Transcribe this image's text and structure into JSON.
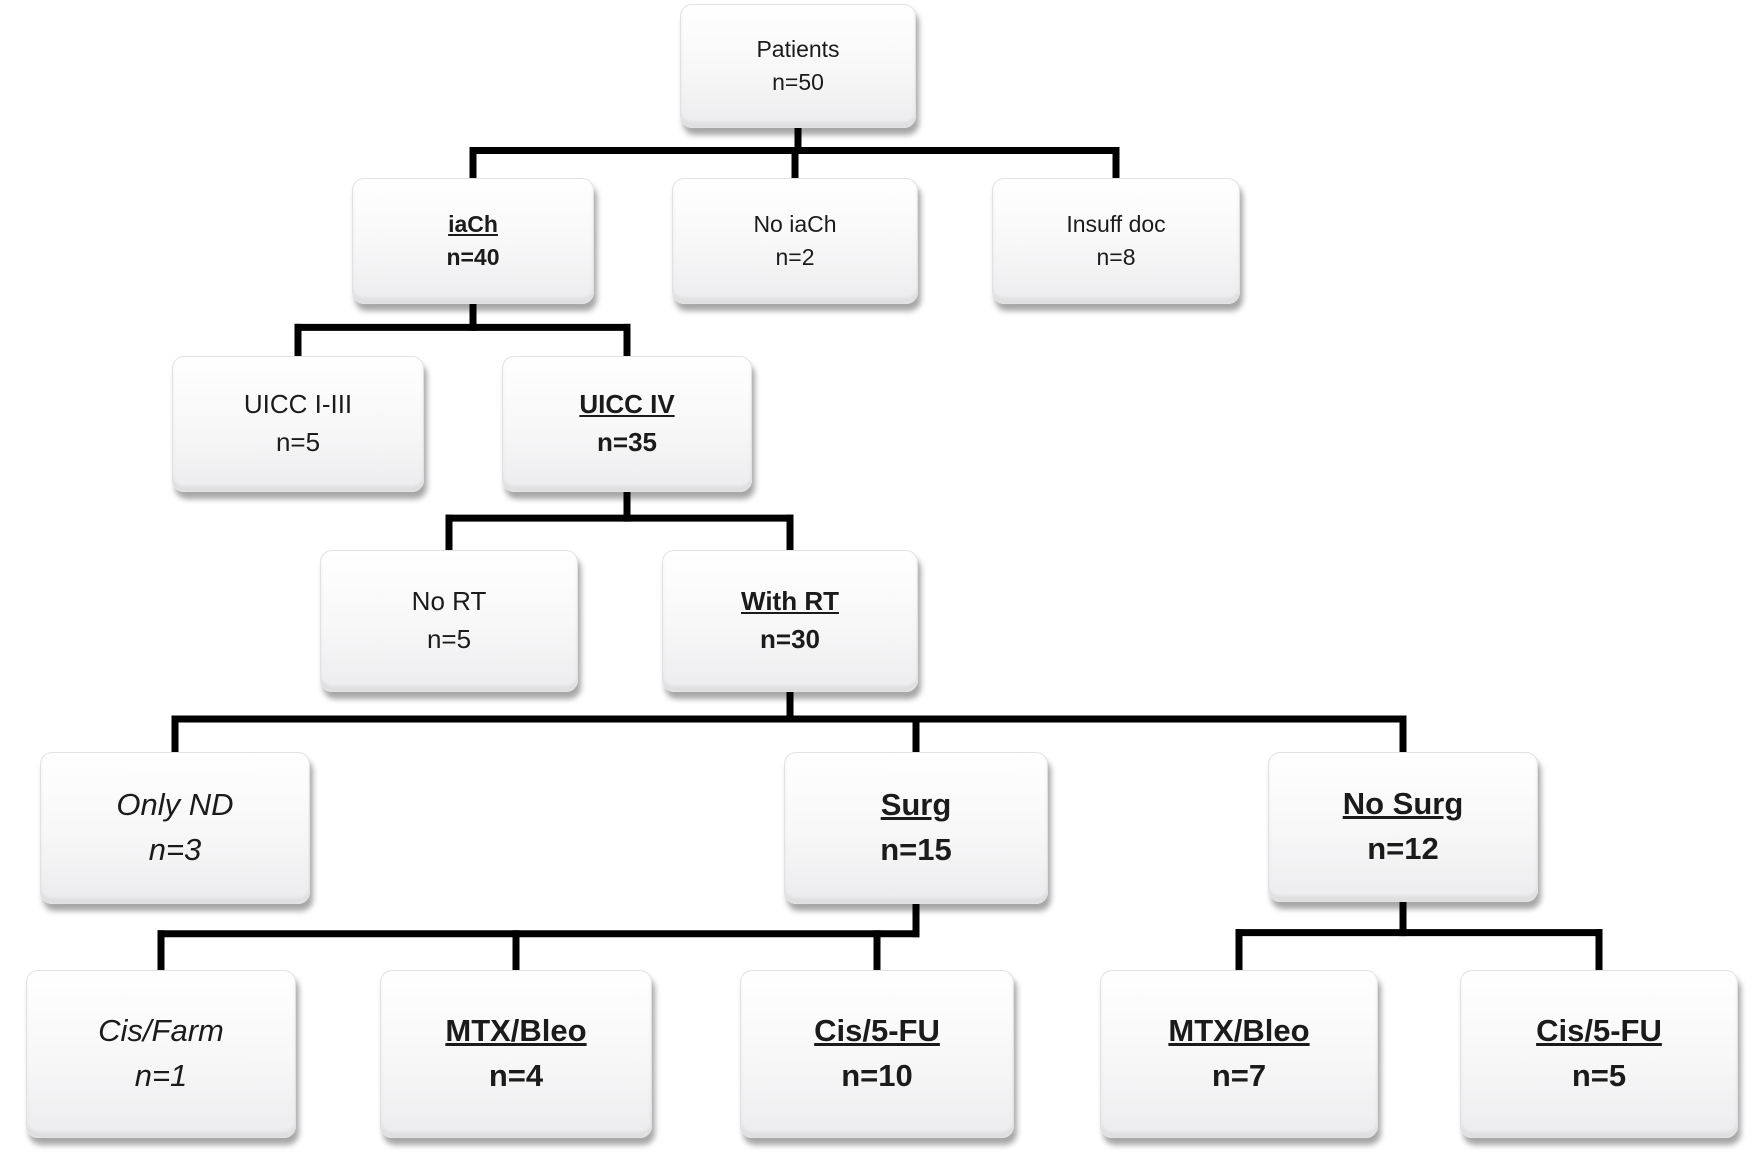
{
  "nodes": {
    "patients": {
      "label": "Patients",
      "count": "n=50"
    },
    "iach": {
      "label": "iaCh",
      "count": "n=40"
    },
    "no_iach": {
      "label": "No iaCh",
      "count": "n=2"
    },
    "insuff_doc": {
      "label": "Insuff doc",
      "count": "n=8"
    },
    "uicc_1_3": {
      "label": "UICC I-III",
      "count": "n=5"
    },
    "uicc_4": {
      "label": "UICC IV",
      "count": "n=35"
    },
    "no_rt": {
      "label": "No RT",
      "count": "n=5"
    },
    "with_rt": {
      "label": "With RT",
      "count": "n=30"
    },
    "only_nd": {
      "label": "Only ND",
      "count": "n=3"
    },
    "surg": {
      "label": "Surg",
      "count": "n=15"
    },
    "no_surg": {
      "label": "No Surg",
      "count": "n=12"
    },
    "cis_farm": {
      "label": "Cis/Farm",
      "count": "n=1"
    },
    "mtx_bleo_s": {
      "label": "MTX/Bleo",
      "count": "n=4"
    },
    "cis_5fu_s": {
      "label": "Cis/5-FU",
      "count": "n=10"
    },
    "mtx_bleo_ns": {
      "label": "MTX/Bleo",
      "count": "n=7"
    },
    "cis_5fu_ns": {
      "label": "Cis/5-FU",
      "count": "n=5"
    }
  },
  "edges": [
    [
      "patients",
      "iach"
    ],
    [
      "patients",
      "no_iach"
    ],
    [
      "patients",
      "insuff_doc"
    ],
    [
      "iach",
      "uicc_1_3"
    ],
    [
      "iach",
      "uicc_4"
    ],
    [
      "uicc_4",
      "no_rt"
    ],
    [
      "uicc_4",
      "with_rt"
    ],
    [
      "with_rt",
      "only_nd"
    ],
    [
      "with_rt",
      "surg"
    ],
    [
      "with_rt",
      "no_surg"
    ],
    [
      "surg",
      "cis_farm"
    ],
    [
      "surg",
      "mtx_bleo_s"
    ],
    [
      "surg",
      "cis_5fu_s"
    ],
    [
      "no_surg",
      "mtx_bleo_ns"
    ],
    [
      "no_surg",
      "cis_5fu_ns"
    ]
  ]
}
